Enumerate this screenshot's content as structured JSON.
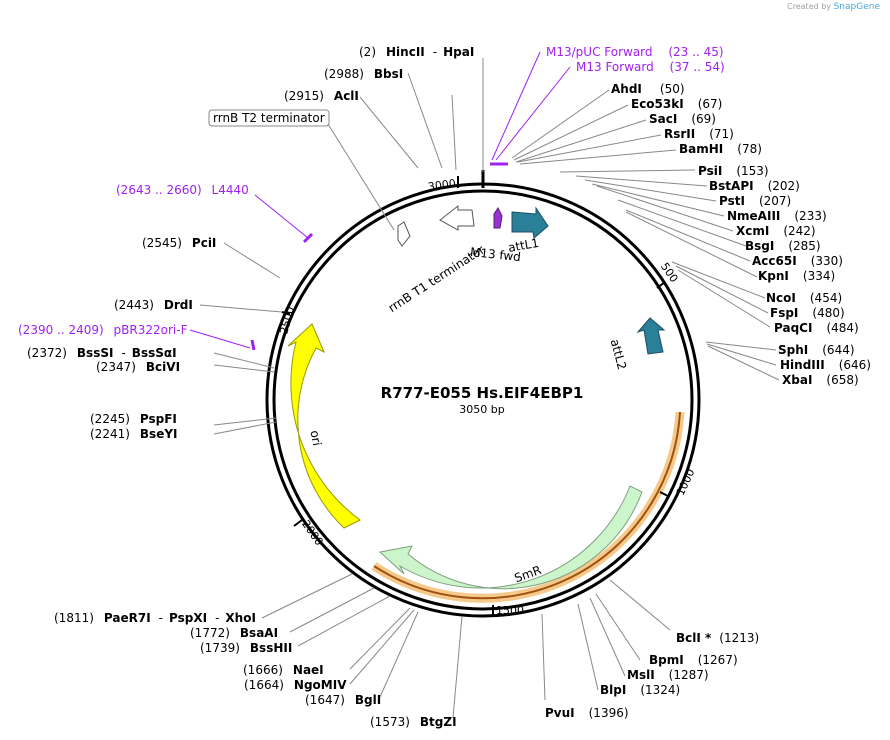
{
  "header": {
    "created_by": "Created by",
    "brand": "SnapGene"
  },
  "plasmid": {
    "name": "R777-E055 Hs.EIF4EBP1",
    "size": "3050 bp"
  },
  "ticks": [
    "500",
    "1000",
    "1500",
    "2000",
    "2500",
    "3000"
  ],
  "features": [
    {
      "id": "attL1",
      "label": "attL1",
      "color": "#2a7f99"
    },
    {
      "id": "attL2",
      "label": "attL2",
      "color": "#2a7f99"
    },
    {
      "id": "M13 fwd",
      "label": "M13 fwd",
      "color": "#9933cc"
    },
    {
      "id": "rrnB T1 terminator",
      "label": "rrnB T1 terminator",
      "color": "#ffffff"
    },
    {
      "id": "SmR",
      "label": "SmR",
      "color": "#ccf5cc"
    },
    {
      "id": "ori",
      "label": "ori",
      "color": "#ffff00"
    },
    {
      "id": "rrnB T2 terminator",
      "label": "rrnB T2 terminator",
      "color": "#ffffff"
    }
  ],
  "primers": [
    {
      "pos": "(23 .. 45)",
      "name": "M13/pUC Forward"
    },
    {
      "pos": "(37 .. 54)",
      "name": "M13 Forward"
    },
    {
      "pos": "(2643 .. 2660)",
      "name": "L4440"
    },
    {
      "pos": "(2390 .. 2409)",
      "name": "pBR322ori-F"
    }
  ],
  "sites_right": [
    {
      "name": "AhdI",
      "pos": "(50)"
    },
    {
      "name": "Eco53kI",
      "pos": "(67)"
    },
    {
      "name": "SacI",
      "pos": "(69)"
    },
    {
      "name": "RsrII",
      "pos": "(71)"
    },
    {
      "name": "BamHI",
      "pos": "(78)"
    },
    {
      "name": "PsiI",
      "pos": "(153)"
    },
    {
      "name": "BstAPI",
      "pos": "(202)"
    },
    {
      "name": "PstI",
      "pos": "(207)"
    },
    {
      "name": "NmeAIII",
      "pos": "(233)"
    },
    {
      "name": "XcmI",
      "pos": "(242)"
    },
    {
      "name": "BsgI",
      "pos": "(285)"
    },
    {
      "name": "Acc65I",
      "pos": "(330)"
    },
    {
      "name": "KpnI",
      "pos": "(334)"
    },
    {
      "name": "NcoI",
      "pos": "(454)"
    },
    {
      "name": "FspI",
      "pos": "(480)"
    },
    {
      "name": "PaqCI",
      "pos": "(484)"
    },
    {
      "name": "SphI",
      "pos": "(644)"
    },
    {
      "name": "HindIII",
      "pos": "(646)"
    },
    {
      "name": "XbaI",
      "pos": "(658)"
    }
  ],
  "sites_bottom_right": [
    {
      "name": "BclI *",
      "pos": "(1213)"
    },
    {
      "name": "BpmI",
      "pos": "(1267)"
    },
    {
      "name": "MslI",
      "pos": "(1287)"
    },
    {
      "name": "BlpI",
      "pos": "(1324)"
    },
    {
      "name": "PvuI",
      "pos": "(1396)"
    }
  ],
  "sites_left": [
    {
      "pos": "(2)",
      "name": "HincII",
      "extra": "HpaI"
    },
    {
      "pos": "(2988)",
      "name": "BbsI"
    },
    {
      "pos": "(2915)",
      "name": "AclI"
    },
    {
      "pos": "(2545)",
      "name": "PciI"
    },
    {
      "pos": "(2443)",
      "name": "DrdI"
    },
    {
      "pos": "(2372)",
      "name": "BssSI",
      "extra": "BssSαI"
    },
    {
      "pos": "(2347)",
      "name": "BciVI"
    },
    {
      "pos": "(2245)",
      "name": "PspFI"
    },
    {
      "pos": "(2241)",
      "name": "BseYI"
    },
    {
      "pos": "(1811)",
      "name": "PaeR7I",
      "extra": "PspXI",
      "extra2": "XhoI"
    },
    {
      "pos": "(1772)",
      "name": "BsaAI"
    },
    {
      "pos": "(1739)",
      "name": "BssHII"
    },
    {
      "pos": "(1666)",
      "name": "NaeI"
    },
    {
      "pos": "(1664)",
      "name": "NgoMIV"
    },
    {
      "pos": "(1647)",
      "name": "BglI"
    },
    {
      "pos": "(1573)",
      "name": "BtgZI"
    }
  ]
}
